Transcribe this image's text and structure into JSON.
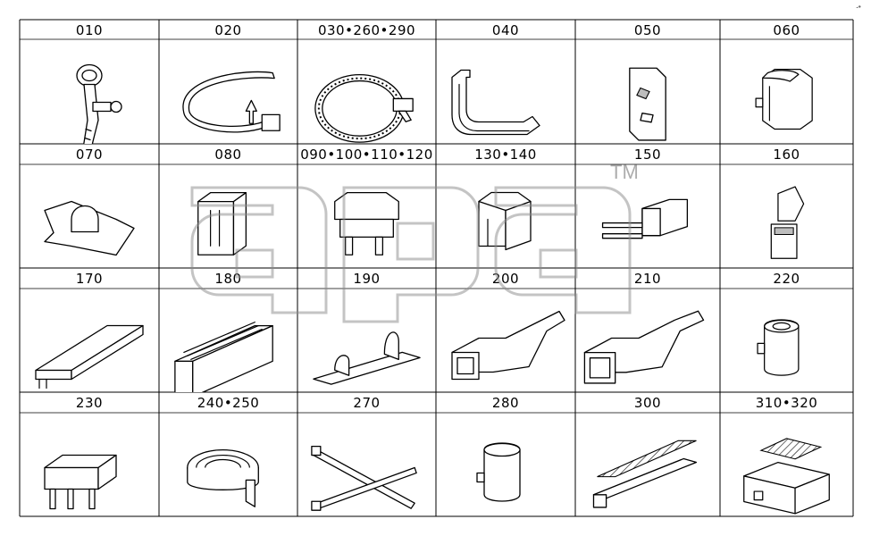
{
  "cells": [
    {
      "label": "010",
      "icon": "cable-tie-with-clip"
    },
    {
      "label": "020",
      "icon": "cable-tie-with-pin"
    },
    {
      "label": "030•260•290",
      "icon": "hose-clamp-band"
    },
    {
      "label": "040",
      "icon": "bracket-handle"
    },
    {
      "label": "050",
      "icon": "mounting-plate"
    },
    {
      "label": "060",
      "icon": "clip-holder"
    },
    {
      "label": "070",
      "icon": "spring-nut-clip"
    },
    {
      "label": "080",
      "icon": "fuse-block"
    },
    {
      "label": "090•100•110•120",
      "icon": "blade-fuse"
    },
    {
      "label": "130•140",
      "icon": "relay-connector"
    },
    {
      "label": "150",
      "icon": "two-pin-plug"
    },
    {
      "label": "160",
      "icon": "latch-connector"
    },
    {
      "label": "170",
      "icon": "long-cover"
    },
    {
      "label": "180",
      "icon": "terminal-block"
    },
    {
      "label": "190",
      "icon": "clip-rail"
    },
    {
      "label": "200",
      "icon": "rubber-boot"
    },
    {
      "label": "210",
      "icon": "rubber-boot-large"
    },
    {
      "label": "220",
      "icon": "clip-holder-round"
    },
    {
      "label": "230",
      "icon": "three-pin-fuse"
    },
    {
      "label": "240•250",
      "icon": "tape-roll"
    },
    {
      "label": "270",
      "icon": "crossed-cable-ties"
    },
    {
      "label": "280",
      "icon": "cylindrical-clip"
    },
    {
      "label": "300",
      "icon": "adhesive-strip-bracket"
    },
    {
      "label": "310•320",
      "icon": "adhesive-pad-box"
    }
  ],
  "watermark": {
    "text": "apa",
    "tm": "TM"
  },
  "corner_mark": "↗"
}
